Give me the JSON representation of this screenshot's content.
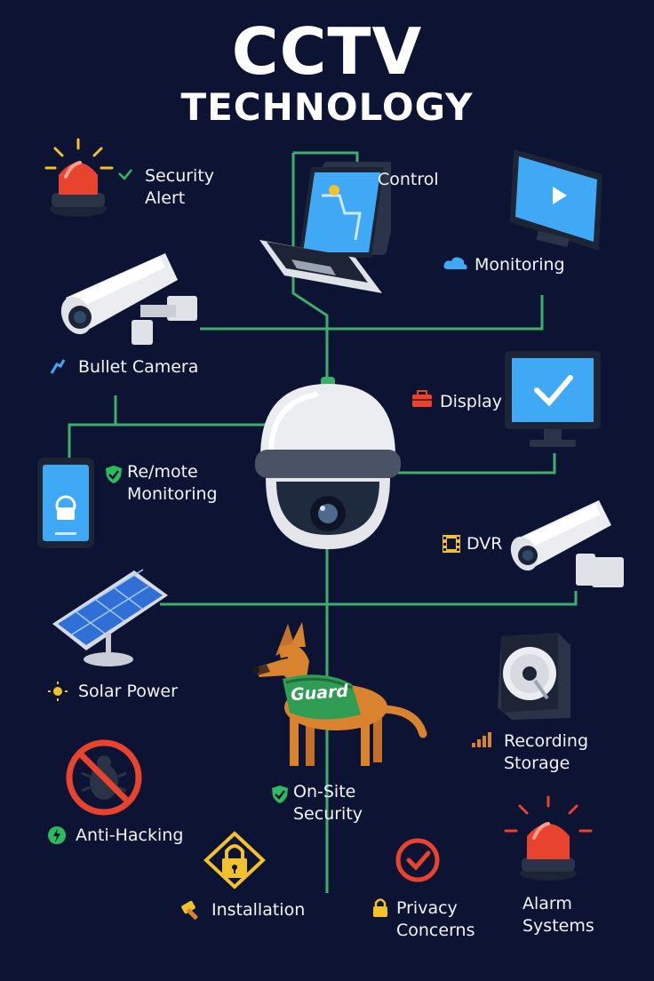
{
  "title": "CCTV",
  "subtitle": "TECHNOLOGY",
  "labels": {
    "security_alert": [
      "Security",
      "Alert"
    ],
    "control": "Control",
    "monitoring": "Monitoring",
    "bullet_camera": "Bullet Camera",
    "display": "Display",
    "remote_monitoring": [
      "Re/mote",
      "Monitoring"
    ],
    "dvr": "DVR",
    "solar_power": "Solar Power",
    "guard_vest": "Guard",
    "recording_storage": [
      "Recording",
      "Storage"
    ],
    "on_site_security": [
      "On-Site",
      "Security"
    ],
    "anti_hacking": "Anti-Hacking",
    "installation": "Installation",
    "privacy_concerns": [
      "Privacy",
      "Concerns"
    ],
    "alarm_systems": [
      "Alarm",
      "Systems"
    ]
  },
  "colors": {
    "background": "#0d1433",
    "connector": "#3dae6b",
    "screen": "#3fa9f5",
    "alert_red": "#e8432f",
    "badge_green": "#2dbb5f",
    "dog_orange": "#d9832e",
    "yellow": "#f2c12e"
  }
}
